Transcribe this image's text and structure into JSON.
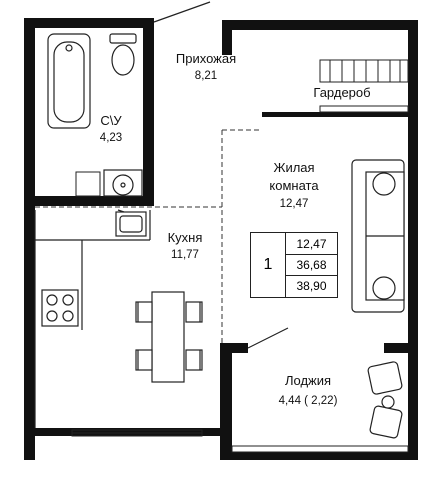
{
  "rooms": {
    "bathroom": {
      "name": "С\\У",
      "area": "4,23"
    },
    "hallway": {
      "name": "Прихожая",
      "area": "8,21"
    },
    "wardrobe": {
      "name": "Гардероб"
    },
    "living": {
      "name_line1": "Жилая",
      "name_line2": "комната",
      "area": "12,47"
    },
    "kitchen": {
      "name": "Кухня",
      "area": "11,77"
    },
    "loggia": {
      "name": "Лоджия",
      "area": "4,44 ( 2,22)"
    }
  },
  "summary": {
    "room_count": "1",
    "living_area": "12,47",
    "total_area_no_loggia": "36,68",
    "total_area": "38,90"
  },
  "colors": {
    "wall": "#111111",
    "line": "#222222",
    "background": "#ffffff"
  }
}
